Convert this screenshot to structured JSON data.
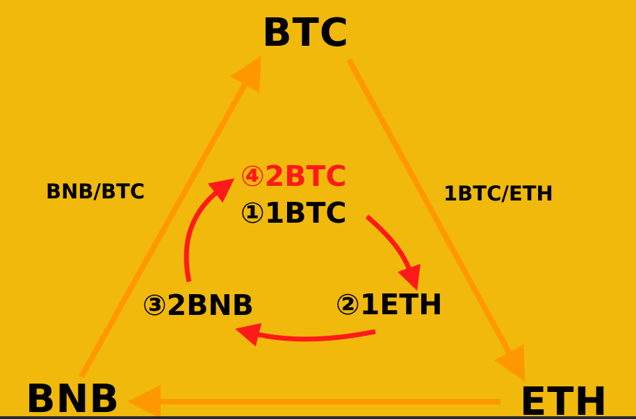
{
  "nodes": {
    "top": "BTC",
    "bottom_left": "BNB",
    "bottom_right": "ETH"
  },
  "pair_labels": {
    "left": "BNB/BTC",
    "right": "1BTC/ETH"
  },
  "steps": {
    "step1": "①1BTC",
    "step2": "②1ETH",
    "step3": "③2BNB",
    "step4": "④2BTC"
  },
  "colors": {
    "background": "#f0b90b",
    "outer_arrows": "#ff9800",
    "inner_arrows": "#ff1a1a",
    "text": "#000000",
    "result_text": "#ff1a1a"
  }
}
